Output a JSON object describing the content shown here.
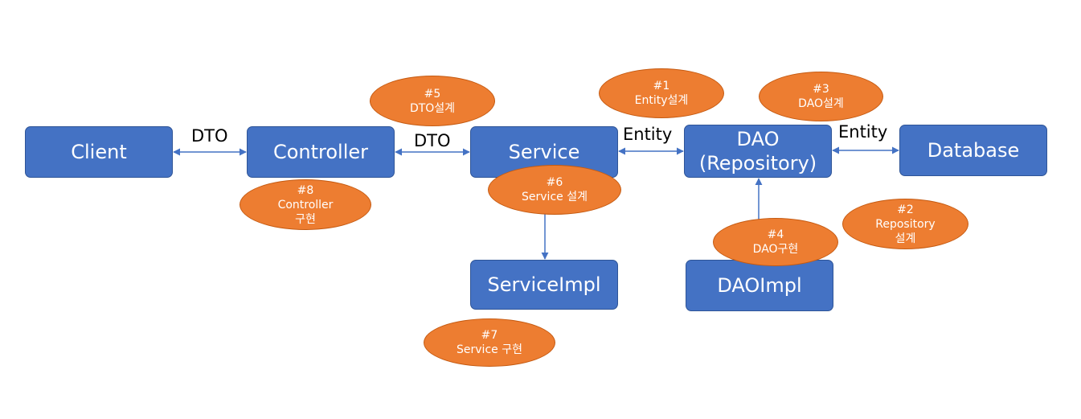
{
  "colors": {
    "box_fill": "#4472c4",
    "step_fill": "#ed7d31",
    "connector": "#4472c4"
  },
  "nodes": {
    "client": "Client",
    "controller": "Controller",
    "service": "Service",
    "dao": "DAO\n(Repository)",
    "database": "Database",
    "service_impl": "ServiceImpl",
    "dao_impl": "DAOImpl"
  },
  "edge_labels": {
    "client_controller": "DTO",
    "controller_service": "DTO",
    "service_dao": "Entity",
    "dao_database": "Entity"
  },
  "steps": {
    "s1": {
      "num": "#1",
      "text": "Entity설계"
    },
    "s2": {
      "num": "#2",
      "text": "Repository\n설계"
    },
    "s3": {
      "num": "#3",
      "text": "DAO설계"
    },
    "s4": {
      "num": "#4",
      "text": "DAO구현"
    },
    "s5": {
      "num": "#5",
      "text": "DTO설계"
    },
    "s6": {
      "num": "#6",
      "text": "Service 설계"
    },
    "s7": {
      "num": "#7",
      "text": "Service 구현"
    },
    "s8": {
      "num": "#8",
      "text": "Controller\n구현"
    }
  }
}
